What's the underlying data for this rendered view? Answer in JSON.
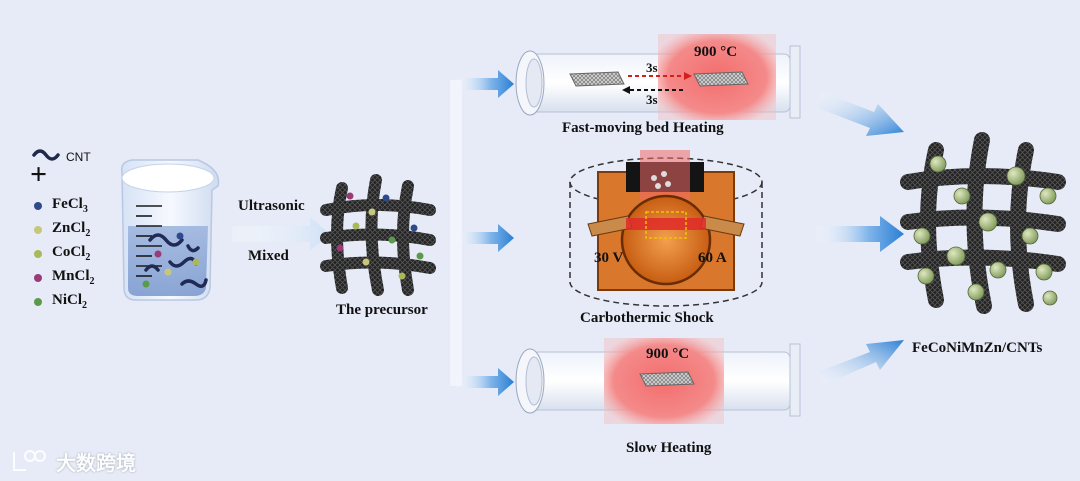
{
  "reagents": {
    "cnt_label": "CNT",
    "plus": "+",
    "items": [
      {
        "label": "FeCl3",
        "color": "#2f4a8c"
      },
      {
        "label": "ZnCl2",
        "color": "#c7c77a"
      },
      {
        "label": "CoCl2",
        "color": "#a9b85a"
      },
      {
        "label": "MnCl2",
        "color": "#9a3a78"
      },
      {
        "label": "NiCl2",
        "color": "#5c9a4a"
      }
    ]
  },
  "mixing": {
    "ultrasonic": "Ultrasonic",
    "mixed": "Mixed",
    "precursor": "The precursor"
  },
  "routes": {
    "fast": {
      "label": "Fast-moving bed Heating",
      "temperature": "900 °C",
      "time_forward": "3s",
      "time_back": "3s"
    },
    "shock": {
      "label": "Carbothermic Shock",
      "voltage": "30 V",
      "current": "60 A"
    },
    "slow": {
      "label": "Slow Heating",
      "temperature": "900 °C"
    }
  },
  "product": {
    "label": "FeCoNiMnZn/CNTs"
  },
  "watermark": "大数跨境",
  "colors": {
    "background": "#e6ebf7",
    "arrow_blue": "#2a7fd4",
    "furnace_red": "#f06a6a",
    "cnt_dark": "#1e1e1e",
    "shock_orange": "#d9772c"
  }
}
